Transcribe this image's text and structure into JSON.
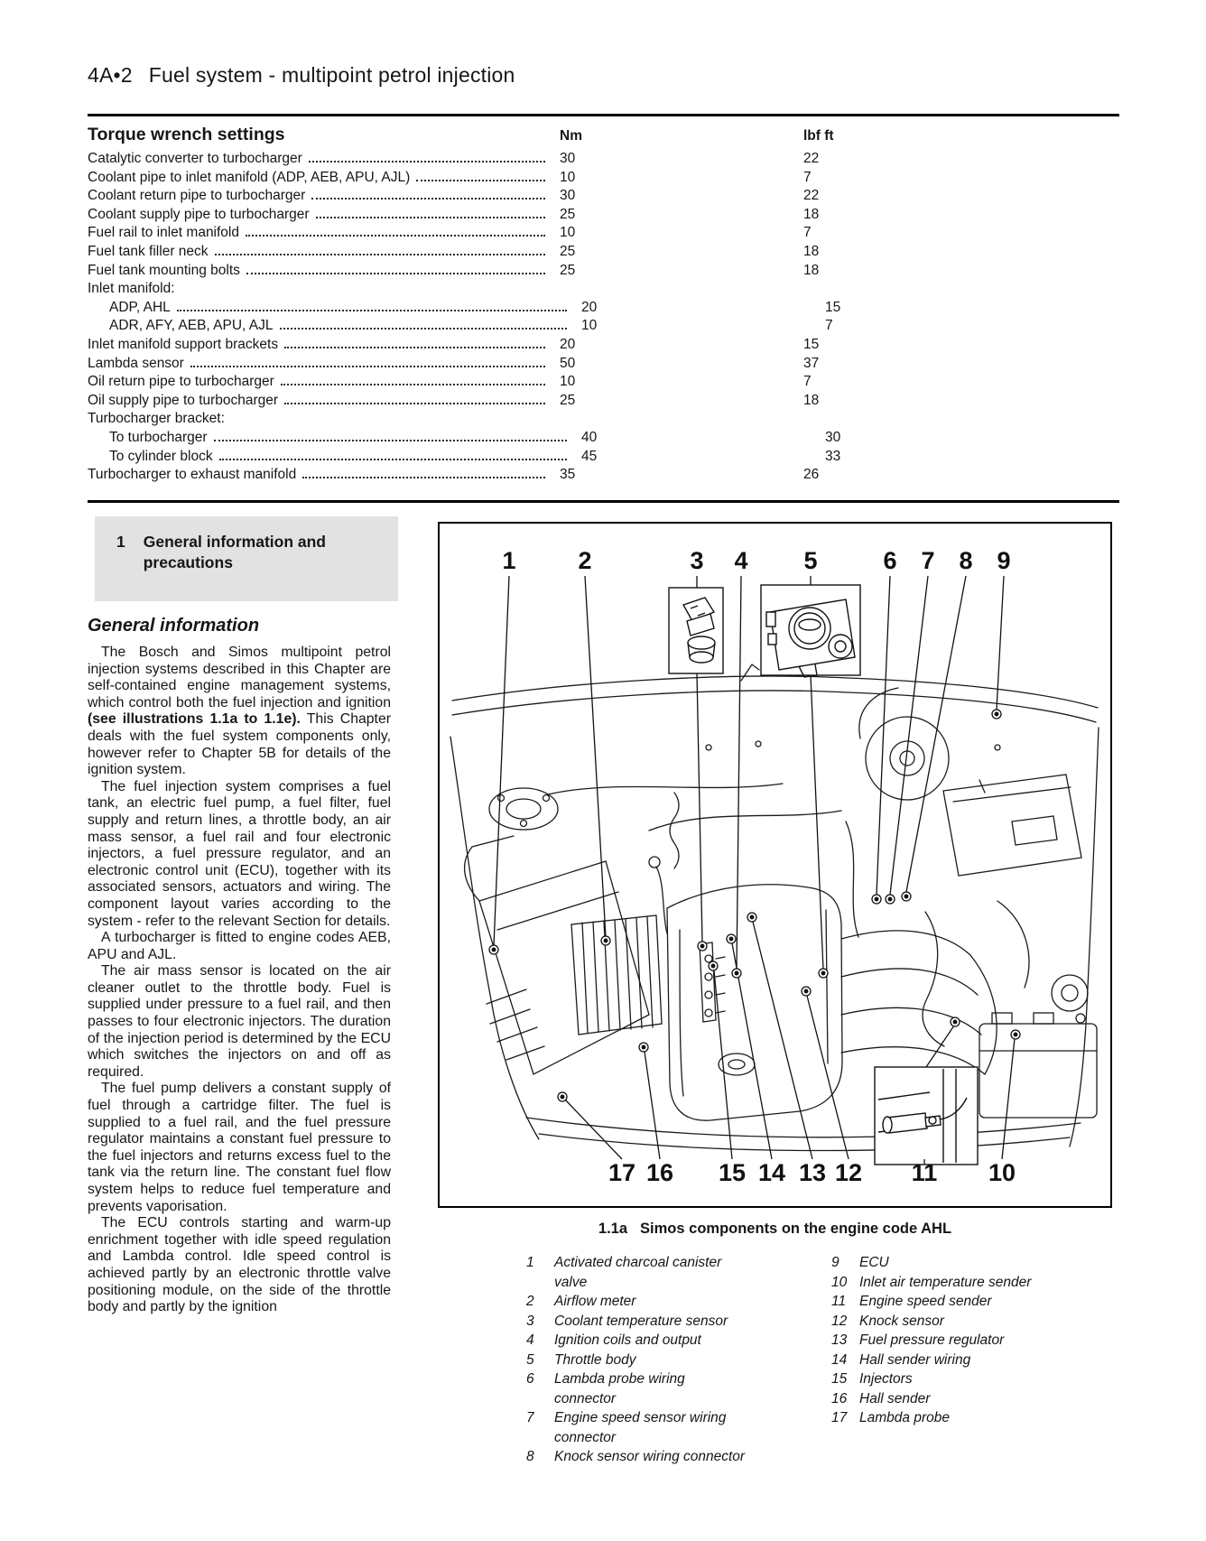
{
  "header": {
    "page_code": "4A•2",
    "title": "Fuel system - multipoint petrol injection"
  },
  "torque_table": {
    "title": "Torque wrench settings",
    "col_nm": "Nm",
    "col_lbf": "lbf ft",
    "rows": [
      {
        "label": "Catalytic converter to turbocharger",
        "nm": "30",
        "lbf": "22",
        "cls": ""
      },
      {
        "label": "Coolant pipe to inlet manifold (ADP, AEB, APU, AJL)",
        "nm": "10",
        "lbf": "7",
        "cls": ""
      },
      {
        "label": "Coolant return pipe to turbocharger",
        "nm": "30",
        "lbf": "22",
        "cls": ""
      },
      {
        "label": "Coolant supply pipe to turbocharger",
        "nm": "25",
        "lbf": "18",
        "cls": ""
      },
      {
        "label": "Fuel rail to inlet manifold",
        "nm": "10",
        "lbf": "7",
        "cls": ""
      },
      {
        "label": "Fuel tank filler neck",
        "nm": "25",
        "lbf": "18",
        "cls": ""
      },
      {
        "label": "Fuel tank mounting bolts",
        "nm": "25",
        "lbf": "18",
        "cls": ""
      },
      {
        "label": "Inlet manifold:",
        "nm": "",
        "lbf": "",
        "cls": "cat"
      },
      {
        "label": "ADP, AHL",
        "nm": "20",
        "lbf": "15",
        "cls": "sub"
      },
      {
        "label": "ADR, AFY, AEB, APU, AJL",
        "nm": "10",
        "lbf": "7",
        "cls": "sub"
      },
      {
        "label": "Inlet manifold support brackets",
        "nm": "20",
        "lbf": "15",
        "cls": ""
      },
      {
        "label": "Lambda sensor",
        "nm": "50",
        "lbf": "37",
        "cls": ""
      },
      {
        "label": "Oil return pipe to turbocharger",
        "nm": "10",
        "lbf": "7",
        "cls": ""
      },
      {
        "label": "Oil supply pipe to turbocharger",
        "nm": "25",
        "lbf": "18",
        "cls": ""
      },
      {
        "label": "Turbocharger bracket:",
        "nm": "",
        "lbf": "",
        "cls": "cat"
      },
      {
        "label": "To turbocharger",
        "nm": "40",
        "lbf": "30",
        "cls": "sub"
      },
      {
        "label": "To cylinder block",
        "nm": "45",
        "lbf": "33",
        "cls": "sub"
      },
      {
        "label": "Turbocharger to exhaust manifold",
        "nm": "35",
        "lbf": "26",
        "cls": ""
      }
    ]
  },
  "section": {
    "number": "1",
    "title": "General information and precautions"
  },
  "general": {
    "heading": "General information",
    "p1": {
      "pre": "The Bosch and Simos multipoint petrol injection systems described in this Chapter are self-contained engine management systems, which control both the fuel injection and ignition ",
      "bold": "(see illustrations 1.1a to 1.1e).",
      "post": " This Chapter deals with the fuel system components only, however refer to Chapter 5B for details of the ignition system."
    },
    "rest": [
      "The fuel injection system comprises a fuel tank, an electric fuel pump, a fuel filter, fuel supply and return lines, a throttle body, an air mass sensor, a fuel rail and four electronic injectors, a fuel pressure regulator, and an electronic control unit (ECU), together with its associated sensors, actuators and wiring. The component layout varies according to the system - refer to the relevant Section for details.",
      "A turbocharger is fitted to engine codes AEB, APU and AJL.",
      "The air mass sensor is located on the air cleaner outlet to the throttle body. Fuel is supplied under pressure to a fuel rail, and then passes to four electronic injectors. The duration of the injection period is determined by the ECU which switches the injectors on and off as required.",
      "The fuel pump delivers a constant supply of fuel through a cartridge filter. The fuel is supplied to a fuel rail, and the fuel pressure regulator maintains a constant fuel pressure to the fuel injectors and returns excess fuel to the tank via the return line. The constant fuel flow system helps to reduce fuel temperature and prevents vaporisation.",
      "The ECU controls starting and warm-up enrichment together with idle speed regulation and Lambda control. Idle speed control is achieved partly by an electronic throttle valve positioning module, on the side of the throttle body and partly by the ignition"
    ]
  },
  "figure": {
    "callouts_top": [
      "1",
      "2",
      "3",
      "4",
      "5",
      "6",
      "7",
      "8",
      "9"
    ],
    "callouts_bottom": [
      "17",
      "16",
      "15",
      "14",
      "13",
      "12",
      "11",
      "10"
    ],
    "caption_num": "1.1a",
    "caption_text": "Simos components on the engine code AHL",
    "legend_left": [
      {
        "num": "1",
        "text": "Activated charcoal canister valve"
      },
      {
        "num": "2",
        "text": "Airflow meter"
      },
      {
        "num": "3",
        "text": "Coolant temperature sensor"
      },
      {
        "num": "4",
        "text": "Ignition coils and output"
      },
      {
        "num": "5",
        "text": "Throttle body"
      },
      {
        "num": "6",
        "text": "Lambda probe wiring connector"
      },
      {
        "num": "7",
        "text": "Engine speed sensor wiring connector"
      },
      {
        "num": "8",
        "text": "Knock sensor wiring connector"
      }
    ],
    "legend_right": [
      {
        "num": "9",
        "text": "ECU"
      },
      {
        "num": "10",
        "text": "Inlet air temperature sender"
      },
      {
        "num": "11",
        "text": "Engine speed sender"
      },
      {
        "num": "12",
        "text": "Knock sensor"
      },
      {
        "num": "13",
        "text": "Fuel pressure regulator"
      },
      {
        "num": "14",
        "text": "Hall sender wiring"
      },
      {
        "num": "15",
        "text": "Injectors"
      },
      {
        "num": "16",
        "text": "Hall sender"
      },
      {
        "num": "17",
        "text": "Lambda probe"
      }
    ]
  }
}
